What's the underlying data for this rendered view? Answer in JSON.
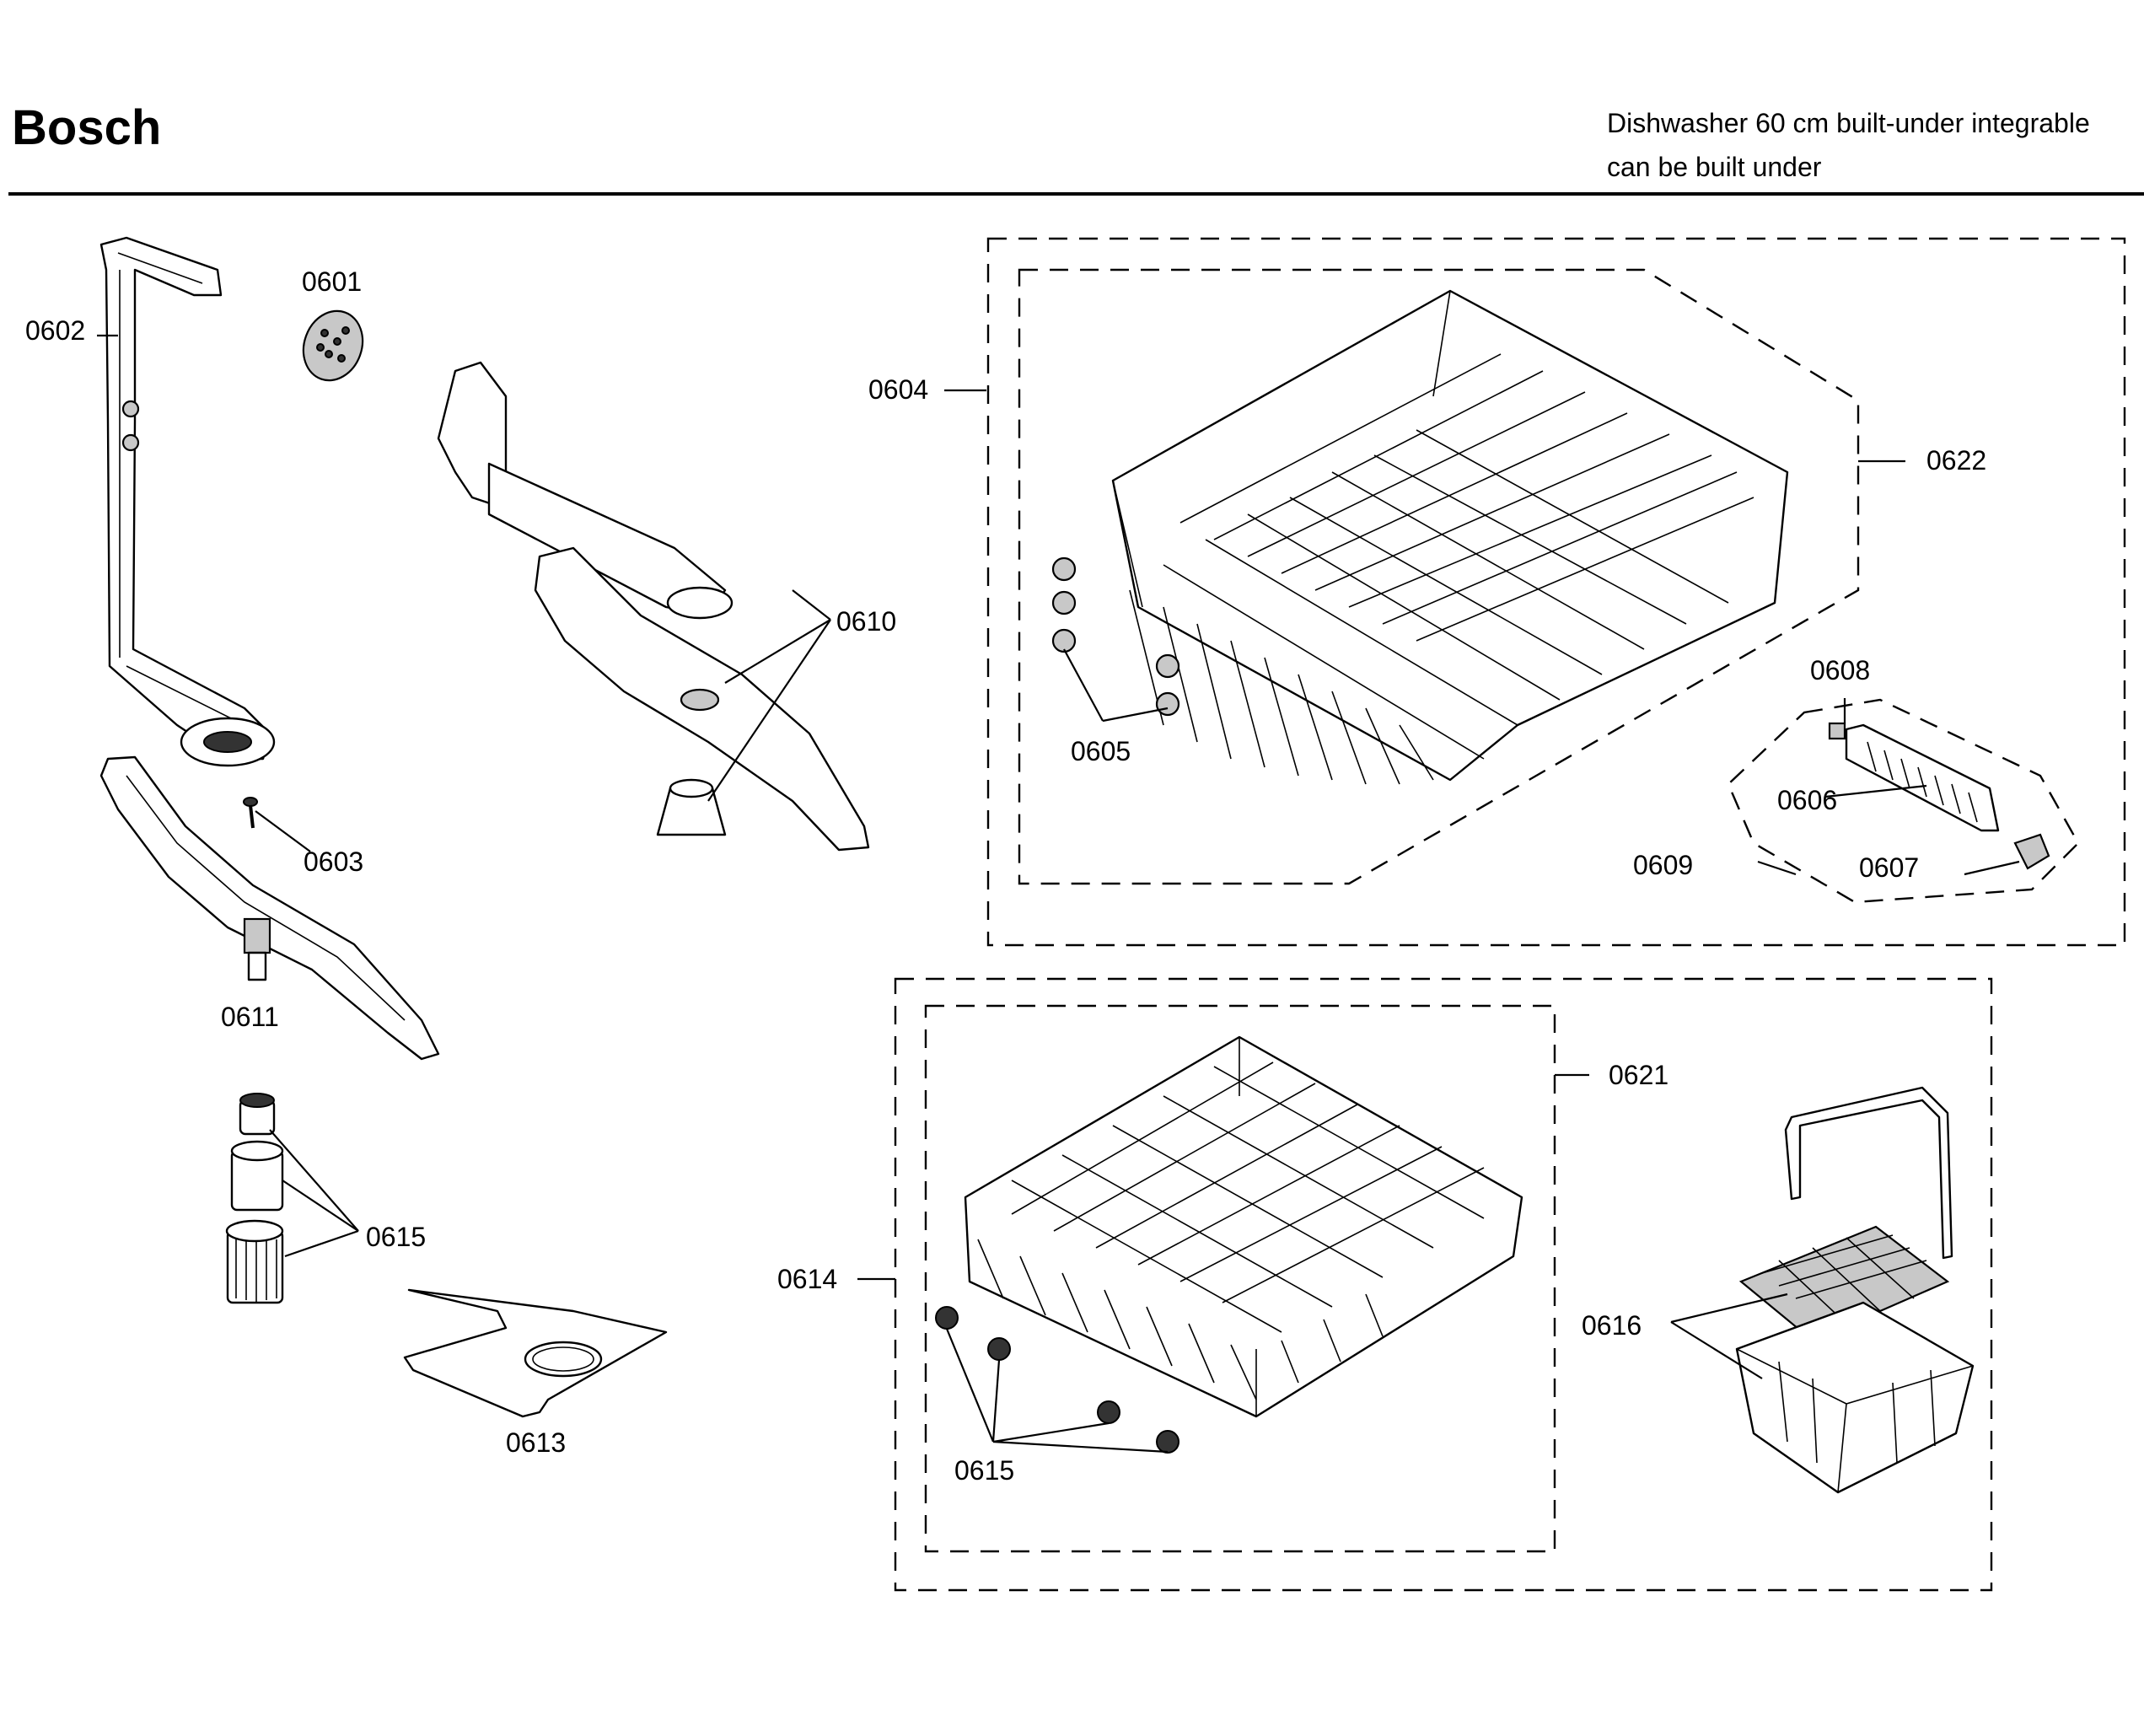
{
  "header": {
    "brand": "Bosch",
    "subtitle_line1": "Dishwasher 60 cm built-under integrable",
    "subtitle_line2": "can be built under"
  },
  "labels": {
    "p0601": "0601",
    "p0602": "0602",
    "p0603": "0603",
    "p0604": "0604",
    "p0605": "0605",
    "p0606": "0606",
    "p0607": "0607",
    "p0608": "0608",
    "p0609": "0609",
    "p0610": "0610",
    "p0611": "0611",
    "p0613": "0613",
    "p0614": "0614",
    "p0615a": "0615",
    "p0615b": "0615",
    "p0616": "0616",
    "p0621": "0621",
    "p0622": "0622"
  }
}
